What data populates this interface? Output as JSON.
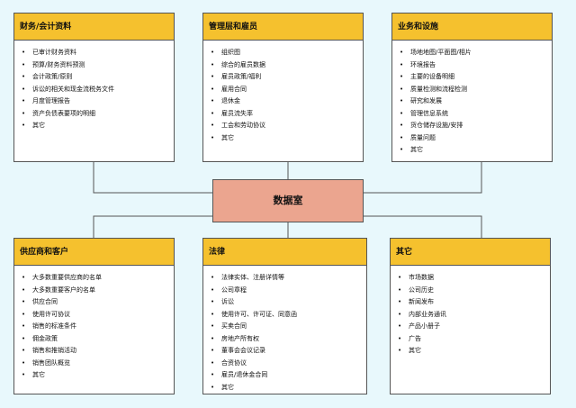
{
  "center_title": "数据室",
  "colors": {
    "background": "#e8f8fc",
    "header": "#f5c12e",
    "center": "#eba58f",
    "line": "#555555"
  },
  "boxes": [
    {
      "id": "finance",
      "title": "财务/会计资料",
      "items": [
        "已审计财务资料",
        "预算/财务资料预测",
        "会计政策/原则",
        "诉讼的相关和现金流税务文件",
        "月度管理报告",
        "资产负债表要项的明细",
        "其它"
      ]
    },
    {
      "id": "management",
      "title": "管理层和雇员",
      "items": [
        "组织图",
        "综合的雇员数据",
        "雇员政策/福利",
        "雇用合同",
        "退休金",
        "雇员流失率",
        "工会和劳动协议",
        "其它"
      ]
    },
    {
      "id": "operations",
      "title": "业务和设施",
      "items": [
        "场地地图/平面图/相片",
        "环境报告",
        "主要的设备明细",
        "质量检测和流程检测",
        "研究和发展",
        "管理信息系统",
        "货仓储存设施/安排",
        "质量问题",
        "其它"
      ]
    },
    {
      "id": "suppliers",
      "title": "供应商和客户",
      "items": [
        "大多数重要供应商的名单",
        "大多数重要客户的名单",
        "供应合同",
        "使用许可协议",
        "销售的标准条件",
        "佣金政策",
        "销售和推销活动",
        "销售团队概览",
        "其它"
      ]
    },
    {
      "id": "legal",
      "title": "法律",
      "items": [
        "法律实体、注册详情等",
        "公司章程",
        "诉讼",
        "使用许可、许可证、同意函",
        "买卖合同",
        "房地产所有权",
        "董事会会议记录",
        "合资协议",
        "雇员/退休金合同",
        "其它"
      ]
    },
    {
      "id": "other",
      "title": "其它",
      "items": [
        "市场数据",
        "公司历史",
        "新闻发布",
        "内部业务通讯",
        "产品小册子",
        "广告",
        "其它"
      ]
    }
  ]
}
